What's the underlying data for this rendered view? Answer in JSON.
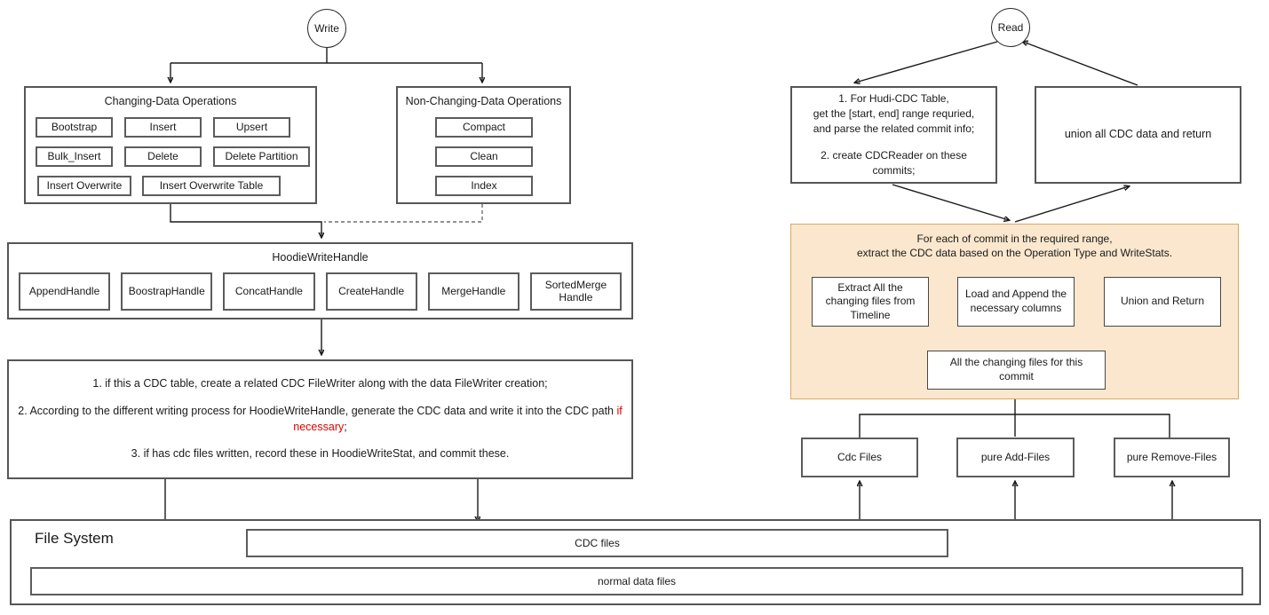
{
  "write_flow": {
    "circle_label": "Write",
    "changing_ops": {
      "title": "Changing-Data Operations",
      "buttons": [
        "Bootstrap",
        "Insert",
        "Upsert",
        "Bulk_Insert",
        "Delete",
        "Delete Partition",
        "Insert Overwrite",
        "Insert Overwrite Table"
      ],
      "selected_button": "Insert Overwrite"
    },
    "non_changing_ops": {
      "title": "Non-Changing-Data Operations",
      "buttons": [
        "Compact",
        "Clean",
        "Index"
      ]
    },
    "write_handle": {
      "title": "HoodieWriteHandle",
      "handles": [
        "AppendHandle",
        "BoostrapHandle",
        "ConcatHandle",
        "CreateHandle",
        "MergeHandle",
        "SortedMerge Handle"
      ]
    },
    "steps": {
      "line1": "1. if this a CDC table, create a related CDC FileWriter along with the data FileWriter creation;",
      "line2_prefix": "2. According to the different writing process for HoodieWriteHandle, generate the CDC data and write it into the CDC path ",
      "line2_highlight": "if necessary",
      "line2_suffix": ";",
      "line3": "3. if has cdc files written, record these in HoodieWriteStat, and commit these."
    }
  },
  "file_system": {
    "title": "File System",
    "cdc_files_label": "CDC files",
    "normal_files_label": "normal data files"
  },
  "read_flow": {
    "circle_label": "Read",
    "planner_lines": [
      "1. For Hudi-CDC Table,",
      "get the [start, end] range requried,",
      "and parse the related commit info;",
      "2. create CDCReader on these",
      "commits;"
    ],
    "union_label": "union all CDC data and return",
    "per_commit": {
      "title_line1": "For each of commit in the required range,",
      "title_line2": "extract the CDC data based on the Operation Type and WriteStats.",
      "extract_label": "Extract All the changing files from Timeline",
      "load_label": "Load and Append the necessary columns",
      "union_return_label": "Union and Return",
      "changing_files_label": "All the changing files for this commit"
    },
    "sources": [
      "Cdc Files",
      "pure Add-Files",
      "pure Remove-Files"
    ]
  },
  "colors": {
    "highlight_red": "#e60000",
    "orange_fill": "#fae7ce",
    "orange_border": "#d8a868",
    "selection_blue": "#33b5f5",
    "box_border": "#565656"
  }
}
